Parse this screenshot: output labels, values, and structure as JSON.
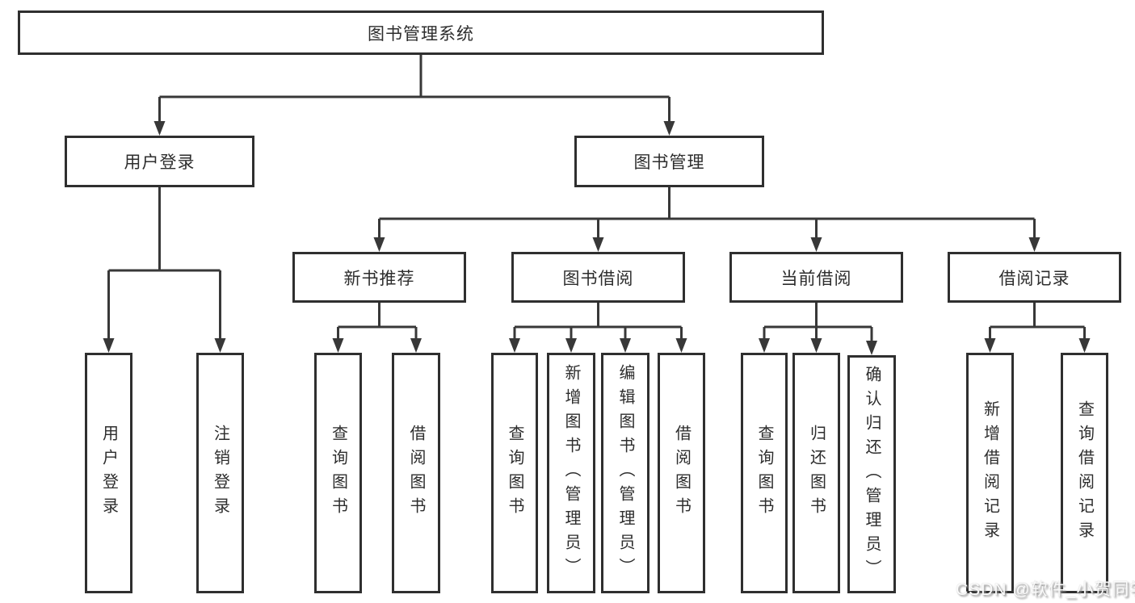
{
  "tree": {
    "root": {
      "label": "图书管理系统"
    },
    "branches": [
      {
        "label": "用户登录",
        "children": [
          {
            "label": "用户登录"
          },
          {
            "label": "注销登录"
          }
        ]
      },
      {
        "label": "图书管理",
        "children": [
          {
            "label": "新书推荐",
            "children": [
              {
                "label": "查询图书"
              },
              {
                "label": "借阅图书"
              }
            ]
          },
          {
            "label": "图书借阅",
            "children": [
              {
                "label": "查询图书"
              },
              {
                "label": "新增图书（管理员）"
              },
              {
                "label": "编辑图书（管理员）"
              },
              {
                "label": "借阅图书"
              }
            ]
          },
          {
            "label": "当前借阅",
            "children": [
              {
                "label": "查询图书"
              },
              {
                "label": "归还图书"
              },
              {
                "label": "确认归还（管理员）"
              }
            ]
          },
          {
            "label": "借阅记录",
            "children": [
              {
                "label": "新增借阅记录"
              },
              {
                "label": "查询借阅记录"
              }
            ]
          }
        ]
      }
    ]
  },
  "watermark": {
    "text": "CSDN @软件_小贺同学"
  },
  "colors": {
    "background": "#ffffff",
    "line": "#383838",
    "box_border": "#2f2f2f",
    "text": "#2d2d2d",
    "watermark_text": "#fbfbfb"
  }
}
